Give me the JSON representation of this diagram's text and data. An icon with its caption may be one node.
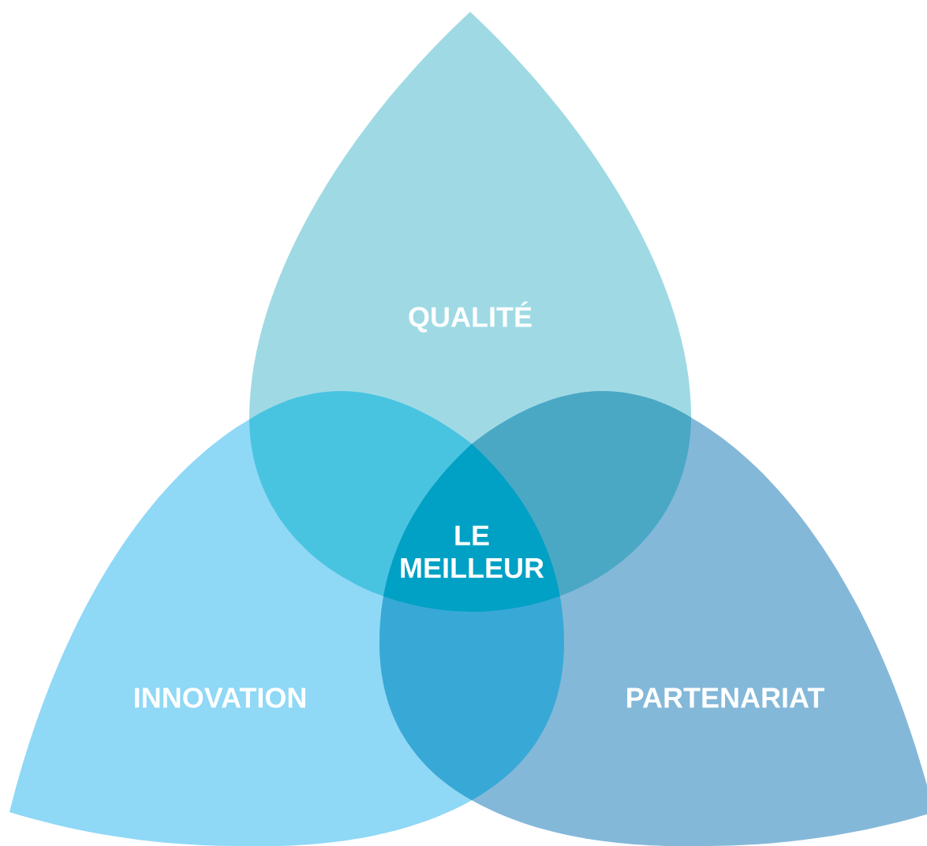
{
  "diagram": {
    "nodes": [
      {
        "text": [
          "QUALITÉ"
        ]
      },
      {
        "text": [
          "LE MEILLEUR"
        ]
      },
      {
        "text": [
          "INNOVATION"
        ]
      },
      {
        "text": [
          "PARTENARIAT"
        ]
      }
    ]
  }
}
